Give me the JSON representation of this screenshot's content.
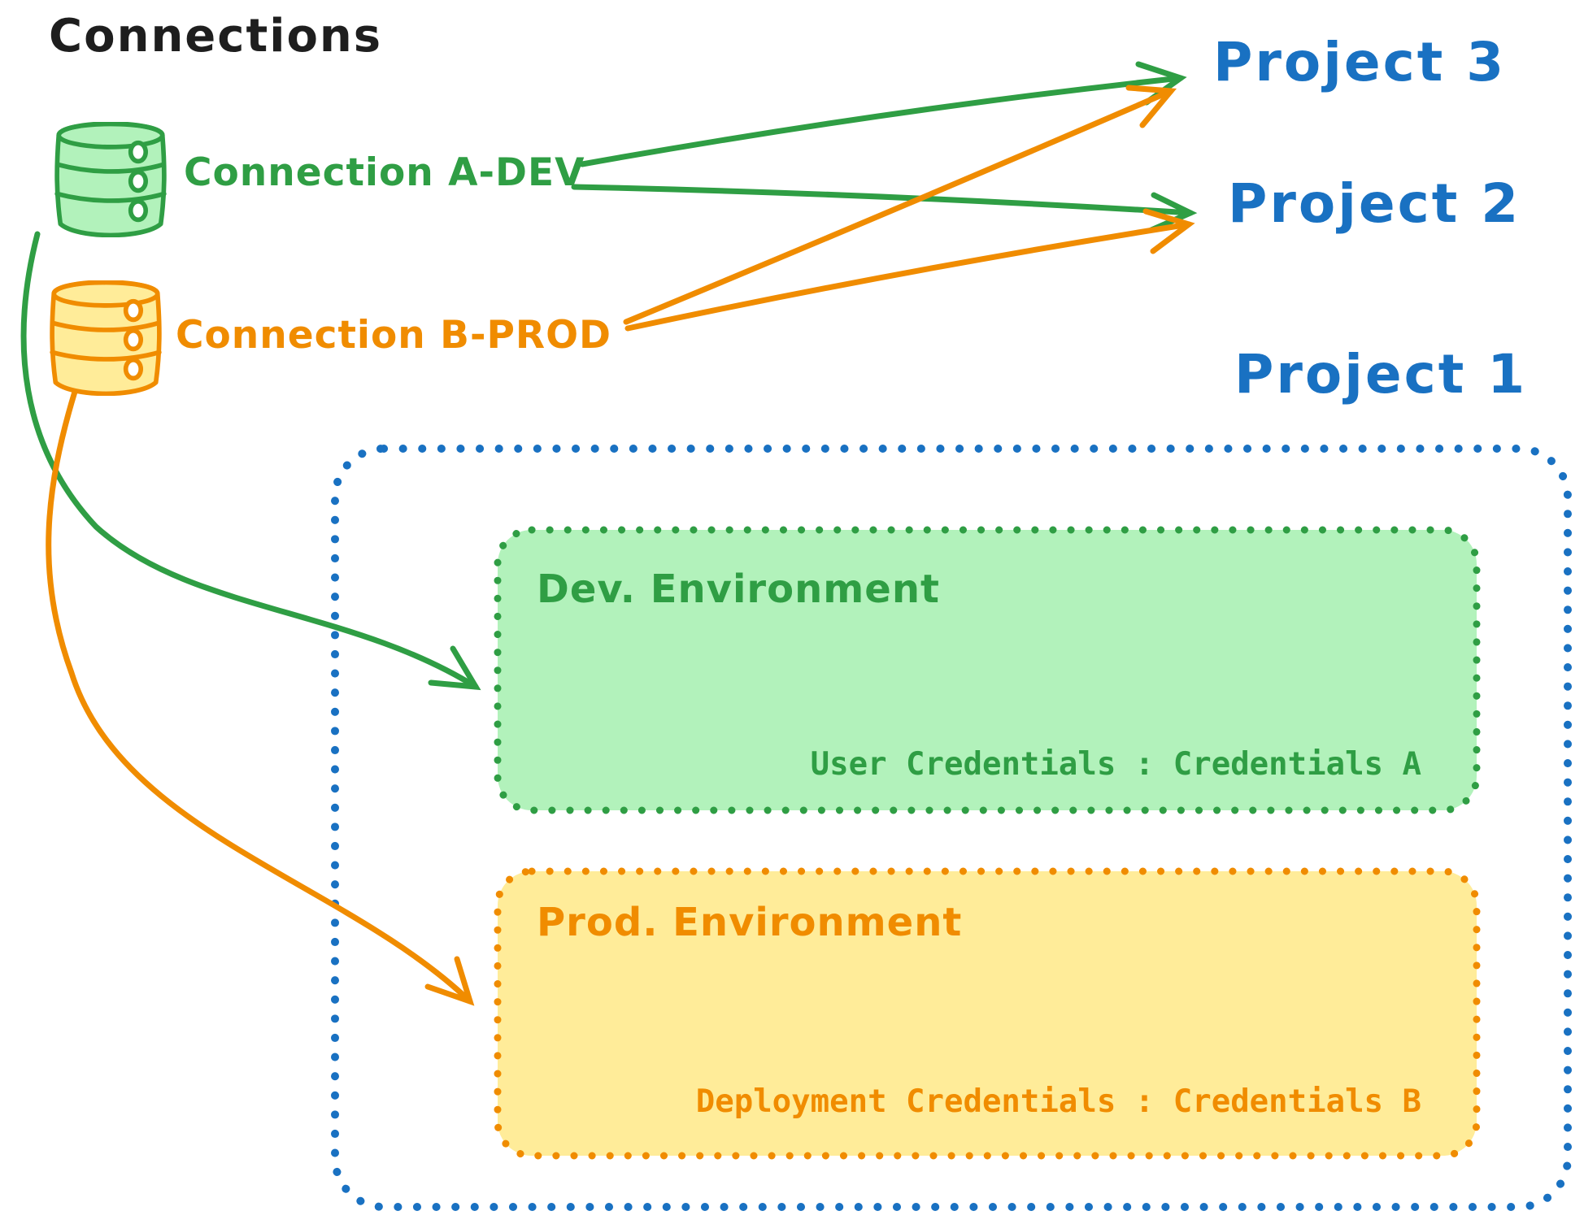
{
  "title": "Connections",
  "colors": {
    "green": "#2f9e44",
    "green_fill": "#b2f2bb",
    "orange": "#f08c00",
    "orange_fill": "#ffec99",
    "blue": "#1971c2",
    "ink": "#1e1e1e"
  },
  "connections": [
    {
      "label": "Connection A-DEV",
      "icon": "database-icon",
      "color": "#2f9e44"
    },
    {
      "label": "Connection B-PROD",
      "icon": "database-icon",
      "color": "#f08c00"
    }
  ],
  "projects": [
    {
      "label": "Project 3"
    },
    {
      "label": "Project 2"
    },
    {
      "label": "Project 1"
    }
  ],
  "project1": {
    "dev_environment": {
      "title": "Dev. Environment",
      "credentials_label": "User Credentials : Credentials A"
    },
    "prod_environment": {
      "title": "Prod. Environment",
      "credentials_label": "Deployment Credentials : Credentials B"
    }
  },
  "edges": [
    {
      "from": "Connection A-DEV",
      "to": "Project 3",
      "color": "#2f9e44"
    },
    {
      "from": "Connection A-DEV",
      "to": "Project 2",
      "color": "#2f9e44"
    },
    {
      "from": "Connection B-PROD",
      "to": "Project 3",
      "color": "#f08c00"
    },
    {
      "from": "Connection B-PROD",
      "to": "Project 2",
      "color": "#f08c00"
    },
    {
      "from": "Connection A-DEV",
      "to": "Dev. Environment",
      "color": "#2f9e44"
    },
    {
      "from": "Connection B-PROD",
      "to": "Prod. Environment",
      "color": "#f08c00"
    }
  ]
}
